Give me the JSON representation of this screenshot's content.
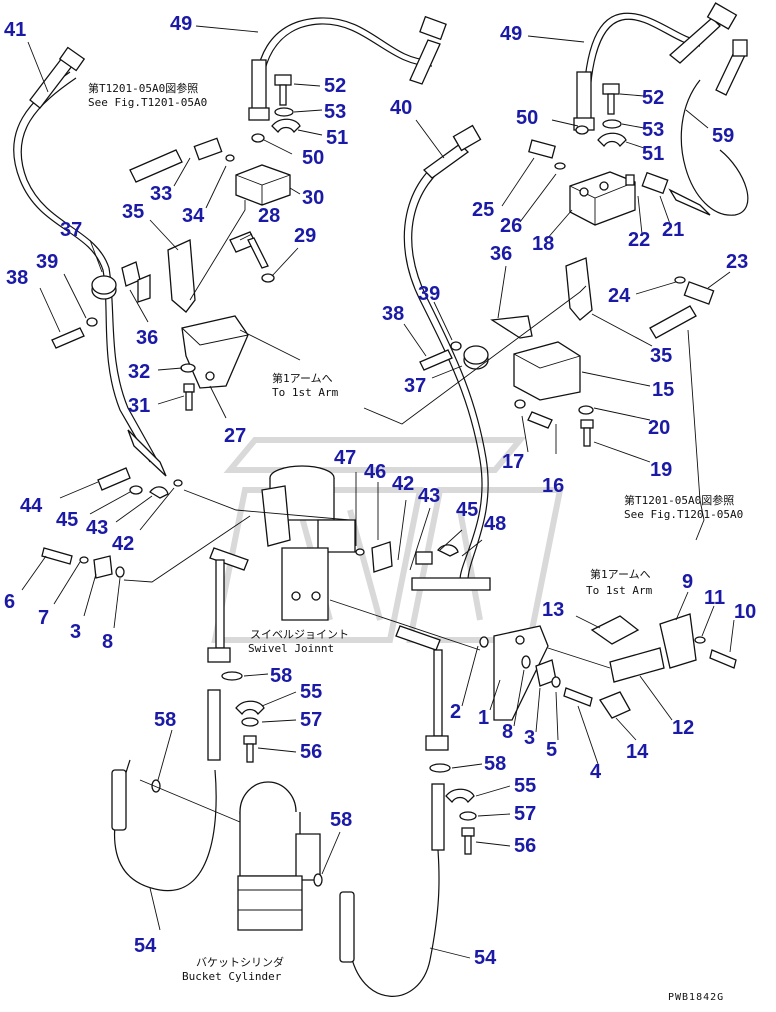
{
  "callouts": [
    {
      "id": "41",
      "label": "41"
    },
    {
      "id": "49a",
      "label": "49"
    },
    {
      "id": "49b",
      "label": "49"
    },
    {
      "id": "52a",
      "label": "52"
    },
    {
      "id": "53a",
      "label": "53"
    },
    {
      "id": "51a",
      "label": "51"
    },
    {
      "id": "50a",
      "label": "50"
    },
    {
      "id": "30",
      "label": "30"
    },
    {
      "id": "33",
      "label": "33"
    },
    {
      "id": "34",
      "label": "34"
    },
    {
      "id": "35a",
      "label": "35"
    },
    {
      "id": "28",
      "label": "28"
    },
    {
      "id": "29",
      "label": "29"
    },
    {
      "id": "37a",
      "label": "37"
    },
    {
      "id": "38a",
      "label": "38"
    },
    {
      "id": "39a",
      "label": "39"
    },
    {
      "id": "36a",
      "label": "36"
    },
    {
      "id": "32",
      "label": "32"
    },
    {
      "id": "31",
      "label": "31"
    },
    {
      "id": "27",
      "label": "27"
    },
    {
      "id": "40",
      "label": "40"
    },
    {
      "id": "50b",
      "label": "50"
    },
    {
      "id": "52b",
      "label": "52"
    },
    {
      "id": "53b",
      "label": "53"
    },
    {
      "id": "51b",
      "label": "51"
    },
    {
      "id": "59",
      "label": "59"
    },
    {
      "id": "25",
      "label": "25"
    },
    {
      "id": "26",
      "label": "26"
    },
    {
      "id": "18",
      "label": "18"
    },
    {
      "id": "22",
      "label": "22"
    },
    {
      "id": "21",
      "label": "21"
    },
    {
      "id": "23",
      "label": "23"
    },
    {
      "id": "24",
      "label": "24"
    },
    {
      "id": "36b",
      "label": "36"
    },
    {
      "id": "39b",
      "label": "39"
    },
    {
      "id": "38b",
      "label": "38"
    },
    {
      "id": "37b",
      "label": "37"
    },
    {
      "id": "35b",
      "label": "35"
    },
    {
      "id": "15",
      "label": "15"
    },
    {
      "id": "20",
      "label": "20"
    },
    {
      "id": "17",
      "label": "17"
    },
    {
      "id": "19",
      "label": "19"
    },
    {
      "id": "16",
      "label": "16"
    },
    {
      "id": "47",
      "label": "47"
    },
    {
      "id": "46",
      "label": "46"
    },
    {
      "id": "42a",
      "label": "42"
    },
    {
      "id": "43a",
      "label": "43"
    },
    {
      "id": "44",
      "label": "44"
    },
    {
      "id": "45a",
      "label": "45"
    },
    {
      "id": "43b",
      "label": "43"
    },
    {
      "id": "42b",
      "label": "42"
    },
    {
      "id": "45b",
      "label": "45"
    },
    {
      "id": "48",
      "label": "48"
    },
    {
      "id": "6",
      "label": "6"
    },
    {
      "id": "7",
      "label": "7"
    },
    {
      "id": "3a",
      "label": "3"
    },
    {
      "id": "8a",
      "label": "8"
    },
    {
      "id": "9",
      "label": "9"
    },
    {
      "id": "11",
      "label": "11"
    },
    {
      "id": "10",
      "label": "10"
    },
    {
      "id": "13",
      "label": "13"
    },
    {
      "id": "12",
      "label": "12"
    },
    {
      "id": "2",
      "label": "2"
    },
    {
      "id": "1",
      "label": "1"
    },
    {
      "id": "8b",
      "label": "8"
    },
    {
      "id": "3b",
      "label": "3"
    },
    {
      "id": "5",
      "label": "5"
    },
    {
      "id": "4",
      "label": "4"
    },
    {
      "id": "14",
      "label": "14"
    },
    {
      "id": "58a",
      "label": "58"
    },
    {
      "id": "55a",
      "label": "55"
    },
    {
      "id": "57a",
      "label": "57"
    },
    {
      "id": "56a",
      "label": "56"
    },
    {
      "id": "58b",
      "label": "58"
    },
    {
      "id": "58c",
      "label": "58"
    },
    {
      "id": "55b",
      "label": "55"
    },
    {
      "id": "57b",
      "label": "57"
    },
    {
      "id": "56b",
      "label": "56"
    },
    {
      "id": "58d",
      "label": "58"
    },
    {
      "id": "54a",
      "label": "54"
    },
    {
      "id": "54b",
      "label": "54"
    }
  ],
  "notes": {
    "ref_left_jp": "第T1201-05A0図参照",
    "ref_left_en": "See Fig.T1201-05A0",
    "ref_right_jp": "第T1201-05A0図参照",
    "ref_right_en": "See Fig.T1201-05A0",
    "arm_mid_jp": "第1アームへ",
    "arm_mid_en": "To 1st Arm",
    "arm_right_jp": "第1アームへ",
    "arm_right_en": "To 1st Arm",
    "swivel_jp": "スイベルジョイント",
    "swivel_en": "Swivel Joinnt",
    "bucket_jp": "バケットシリンダ",
    "bucket_en": "Bucket Cylinder"
  },
  "drawing_code": "PWB1842G",
  "colors": {
    "callout": "#1a1aa6",
    "line": "#111111",
    "watermark": "#d9d9d9"
  }
}
